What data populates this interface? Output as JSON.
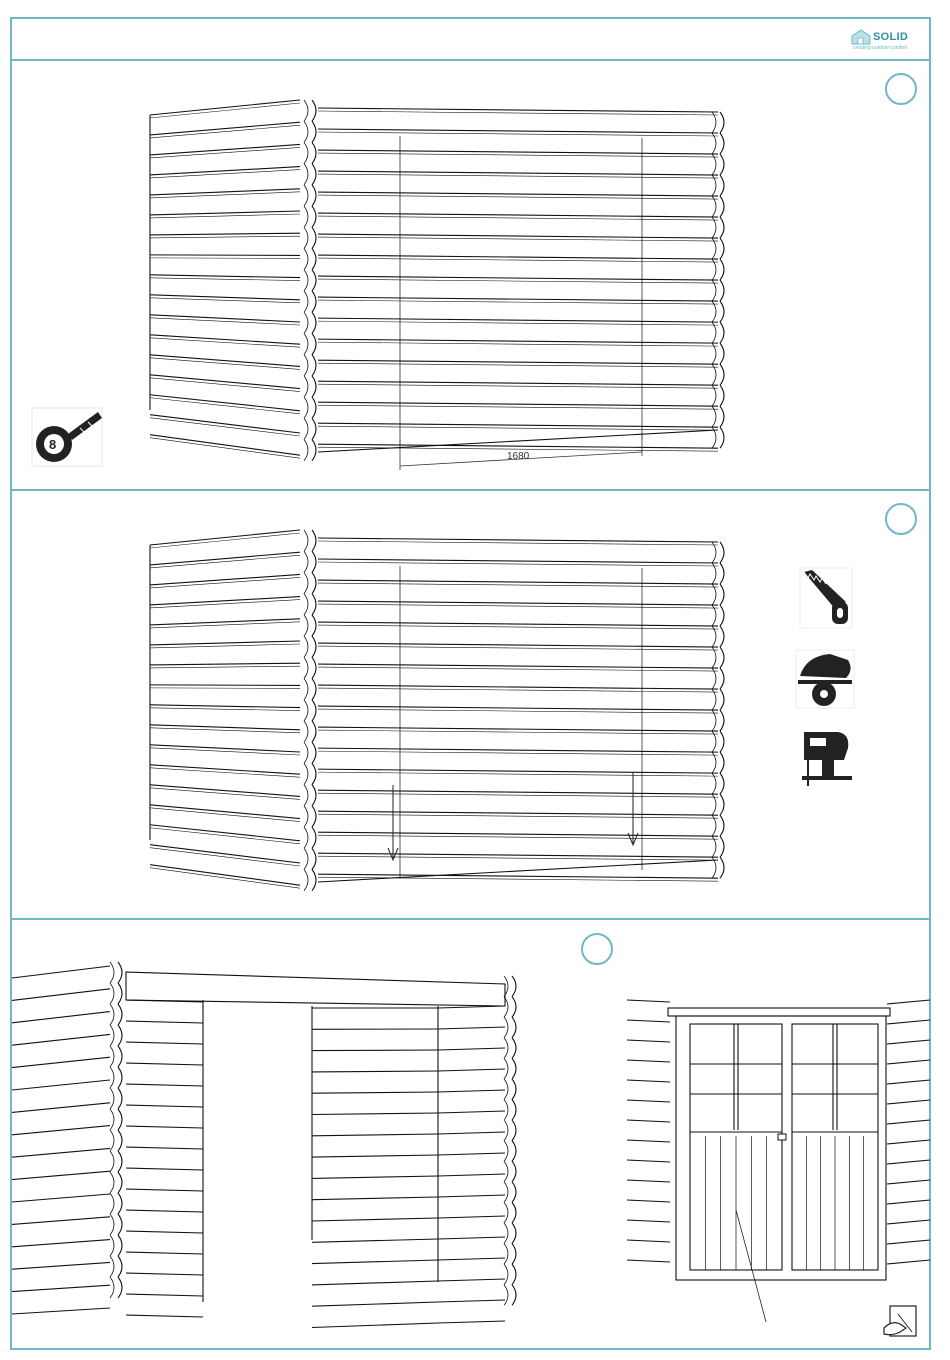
{
  "brand": {
    "name": "SOLID",
    "tagline": "creating outdoor comfort",
    "color": "#6fb7c9"
  },
  "steps": [
    {
      "id": 1,
      "circle_label": ""
    },
    {
      "id": 2,
      "circle_label": ""
    },
    {
      "id": 3,
      "circle_label": ""
    }
  ],
  "measure": {
    "opening_width": "1680",
    "unit": "mm"
  },
  "tools": {
    "panel1": [
      "tape-measure-icon"
    ],
    "panel2": [
      "hand-saw-icon",
      "circular-saw-icon",
      "jigsaw-icon"
    ],
    "panel3": [
      "hand-detail-icon"
    ]
  }
}
